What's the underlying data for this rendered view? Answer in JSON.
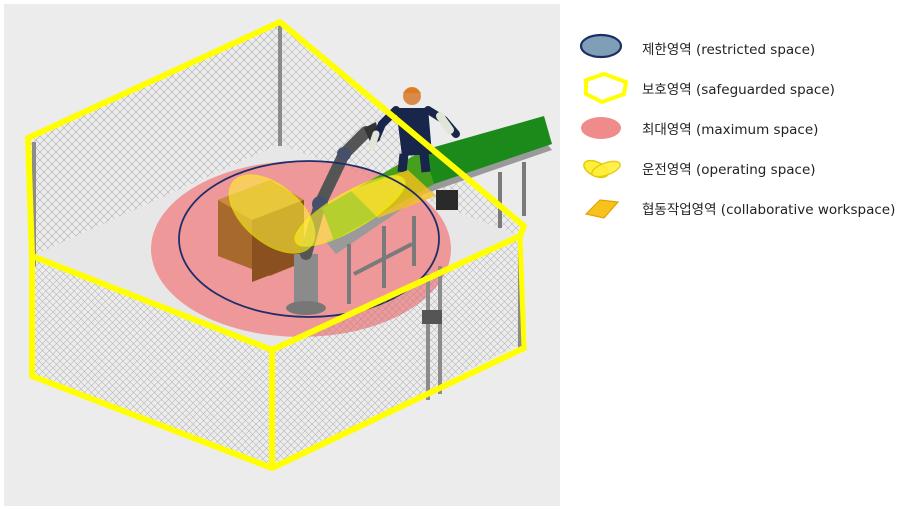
{
  "legend": {
    "items": [
      {
        "key": "restricted",
        "label": "제한영역 (restricted space)",
        "icon": "restricted-space-icon",
        "fill": "#7f9fb8",
        "stroke": "#1b2f66"
      },
      {
        "key": "safeguarded",
        "label": "보호영역 (safeguarded space)",
        "icon": "safeguarded-space-icon",
        "fill": "#ffffff",
        "stroke": "#ffff00"
      },
      {
        "key": "maximum",
        "label": "최대영역 (maximum space)",
        "icon": "maximum-space-icon",
        "fill": "#f08b8b",
        "stroke": "#f08b8b"
      },
      {
        "key": "operating",
        "label": "운전영역 (operating space)",
        "icon": "operating-space-icon",
        "fill": "#ffef3a",
        "stroke": "#e6c800"
      },
      {
        "key": "collaborative",
        "label": "협동작업영역 (collaborative workspace)",
        "icon": "collaborative-workspace-icon",
        "fill": "#f7c21b",
        "stroke": "#e2a300"
      }
    ]
  },
  "colors": {
    "scene_bg": "#ededed",
    "fence_outline": "#ffff00",
    "mesh": "#6d6d6d",
    "conveyor_belt": "#1b8a1b",
    "max_space": "#f27e80",
    "restricted_outline": "#1d2e6a"
  }
}
